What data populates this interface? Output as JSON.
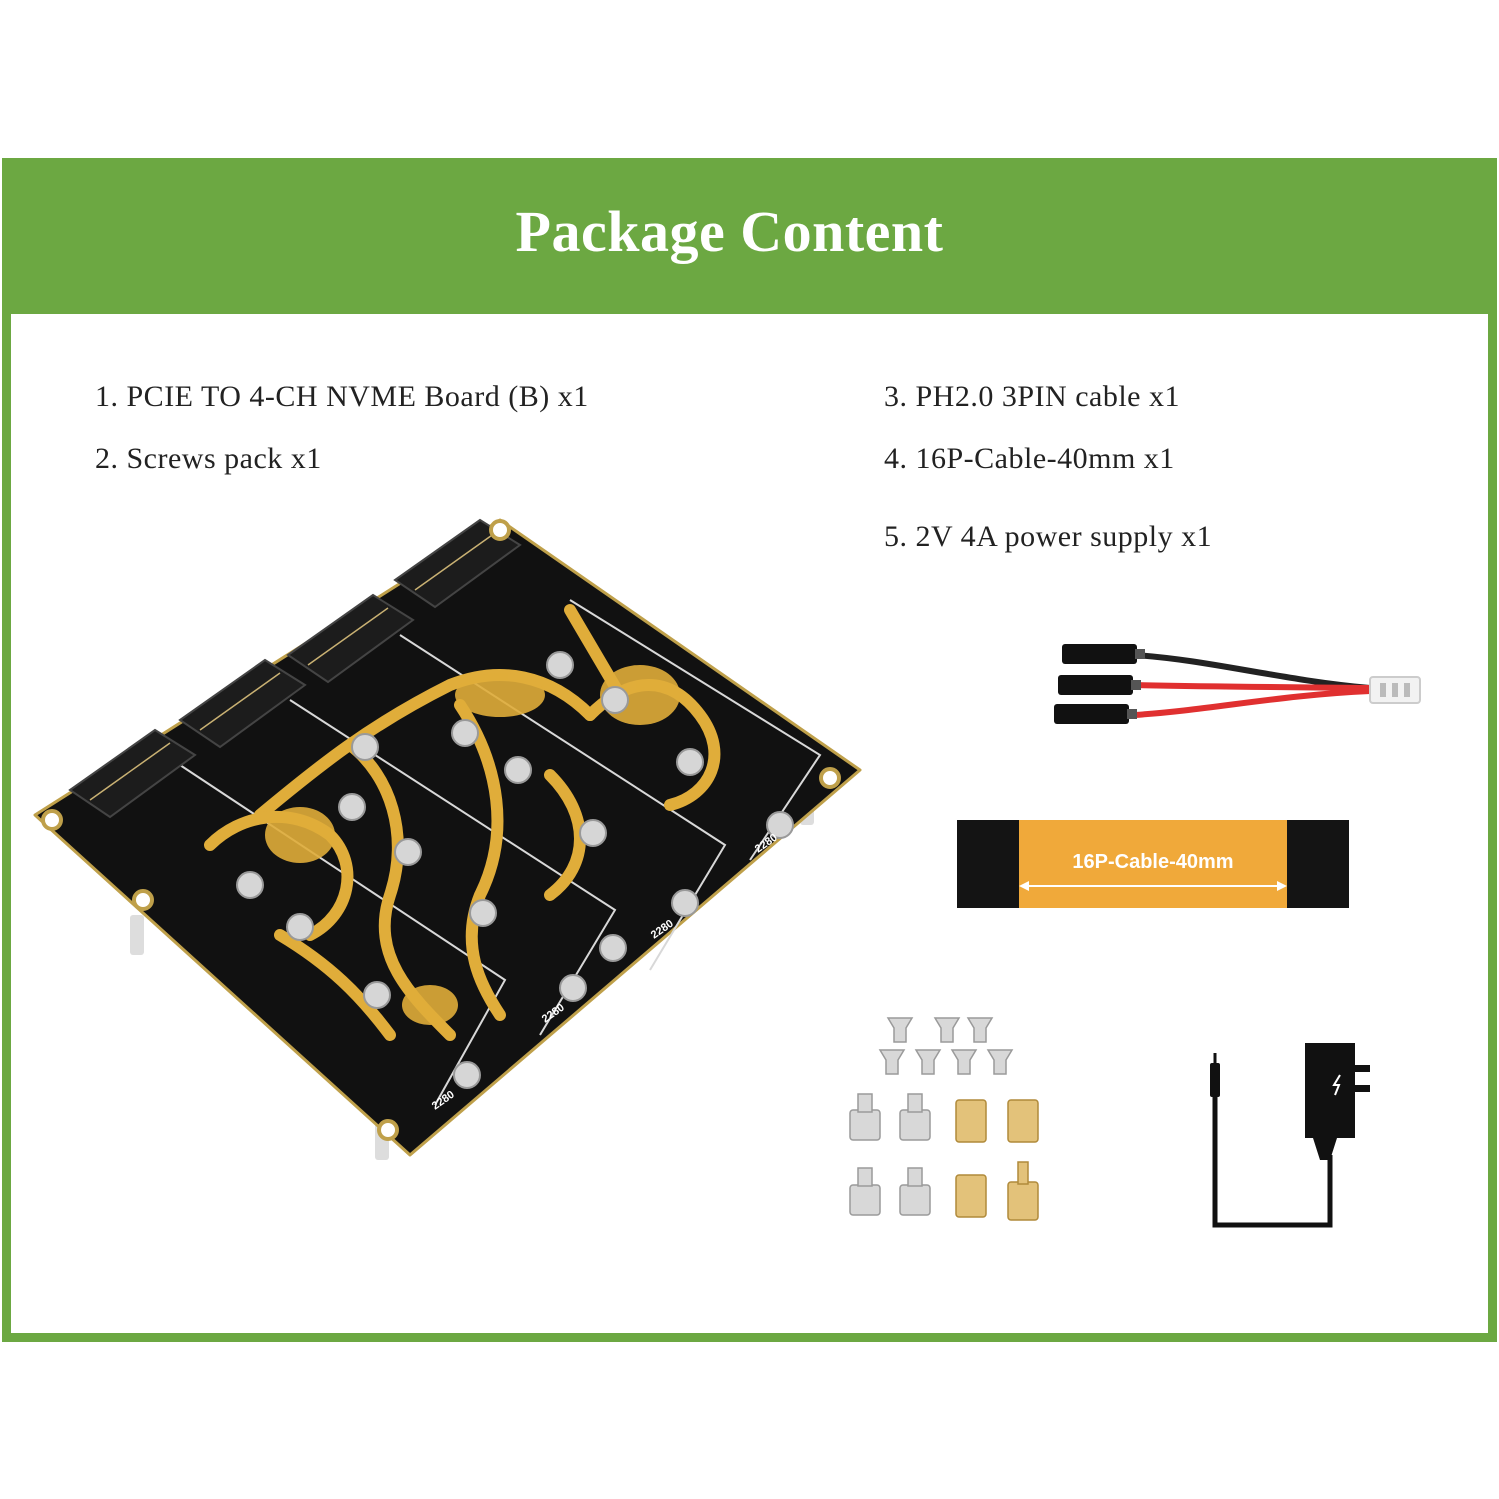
{
  "header": {
    "title": "Package Content"
  },
  "items": [
    {
      "text": "1. PCIE TO 4-CH NVME Board (B) x1"
    },
    {
      "text": "2. Screws pack x1"
    },
    {
      "text": "3. PH2.0 3PIN cable x1"
    },
    {
      "text": "4. 16P-Cable-40mm x1"
    },
    {
      "text": "5. 2V 4A power supply x1"
    }
  ],
  "products": {
    "board_slot_label": "2280",
    "flex_cable_label": "16P-Cable-40mm"
  },
  "colors": {
    "accent_green": "#6ca842",
    "board_black": "#111111",
    "board_gold": "#e0ad3a",
    "flex_orange": "#f0a93a"
  }
}
